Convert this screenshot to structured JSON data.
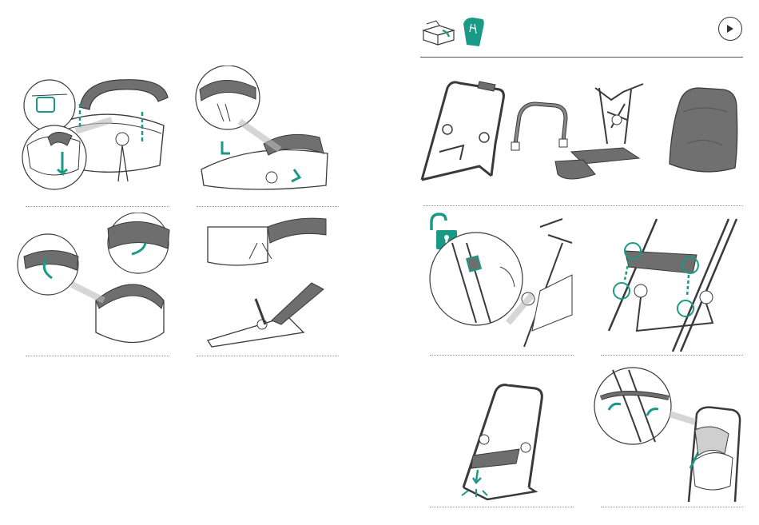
{
  "manual": {
    "accent_color": "#1a9a86",
    "frame_color": "#3a3a3a",
    "fabric_color": "#6e6e6e",
    "left_page": {
      "steps": [
        {
          "id": "bassinet-handle-attach",
          "icon": "bassinet-handle-attach-illustration"
        },
        {
          "id": "bassinet-handle-click",
          "icon": "bassinet-handle-click-illustration"
        },
        {
          "id": "canopy-attach",
          "icon": "canopy-attach-illustration"
        },
        {
          "id": "bassinet-fold",
          "icon": "bassinet-fold-illustration"
        }
      ]
    },
    "right_page": {
      "header_icons": [
        "open-box-icon",
        "seat-unit-icon"
      ],
      "play_button": "play-icon",
      "parts": [
        "seat-frame",
        "bumper-bar",
        "footrest-and-harness",
        "seat-liner"
      ],
      "steps": [
        {
          "id": "unlock-seat",
          "icon": "unlock-padlock-icon"
        },
        {
          "id": "attach-footrest",
          "icon": "footrest-attach-illustration"
        },
        {
          "id": "click-footrest",
          "icon": "footrest-click-illustration"
        },
        {
          "id": "attach-bumper-bar",
          "icon": "bumper-bar-attach-illustration"
        }
      ]
    }
  }
}
